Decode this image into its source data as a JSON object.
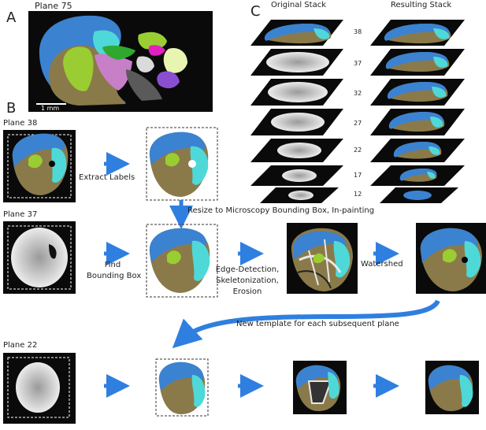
{
  "panels": {
    "a": {
      "letter": "A",
      "plane_label": "Plane 75",
      "scale_bar": "1 mm"
    },
    "b": {
      "letter": "B",
      "plane_38": "Plane 38",
      "plane_37": "Plane 37",
      "plane_22": "Plane 22",
      "step_extract": "Extract Labels",
      "step_resize": "Resize to Microscopy Bounding Box, In-painting",
      "step_find_1": "Find",
      "step_find_2": "Bounding Box",
      "step_edge_1": "Edge-Detection,",
      "step_edge_2": "Skeletonization,",
      "step_edge_3": "Erosion",
      "step_watershed": "Watershed",
      "step_template": "New template for each subsequent plane"
    },
    "c": {
      "letter": "C",
      "col_original": "Original Stack",
      "col_resulting": "Resulting Stack",
      "plane_numbers": [
        "38",
        "37",
        "32",
        "27",
        "22",
        "17",
        "12"
      ]
    }
  },
  "colors": {
    "blue": "#3b82d1",
    "olive": "#8a7a4a",
    "cyan": "#4fd8d8",
    "lime": "#9acd32",
    "arrow": "#2f7fe0",
    "magenta": "#e020c0",
    "purple": "#8a4fd0",
    "pink": "#c77fc7",
    "pale_green": "#e8f5b0"
  }
}
